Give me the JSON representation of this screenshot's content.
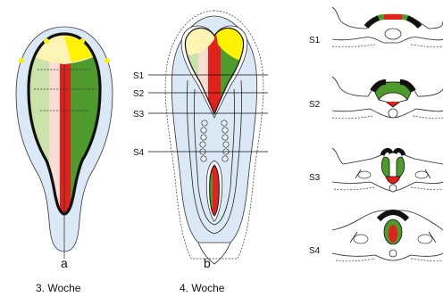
{
  "panel_a": {
    "letter": "a",
    "caption": "3. Woche"
  },
  "panel_b": {
    "letter": "b",
    "caption": "4. Woche"
  },
  "section_labels": [
    "S1",
    "S2",
    "S3",
    "S4"
  ],
  "colors": {
    "lightblue": "#dbe9f6",
    "pale_green": "#c9e3a8",
    "pale_pink": "#f9ddd2",
    "red": "#e2211c",
    "green": "#4e9a2c",
    "yellow": "#fff200",
    "pale_yellow": "#fdf3b3",
    "black": "#111111"
  }
}
